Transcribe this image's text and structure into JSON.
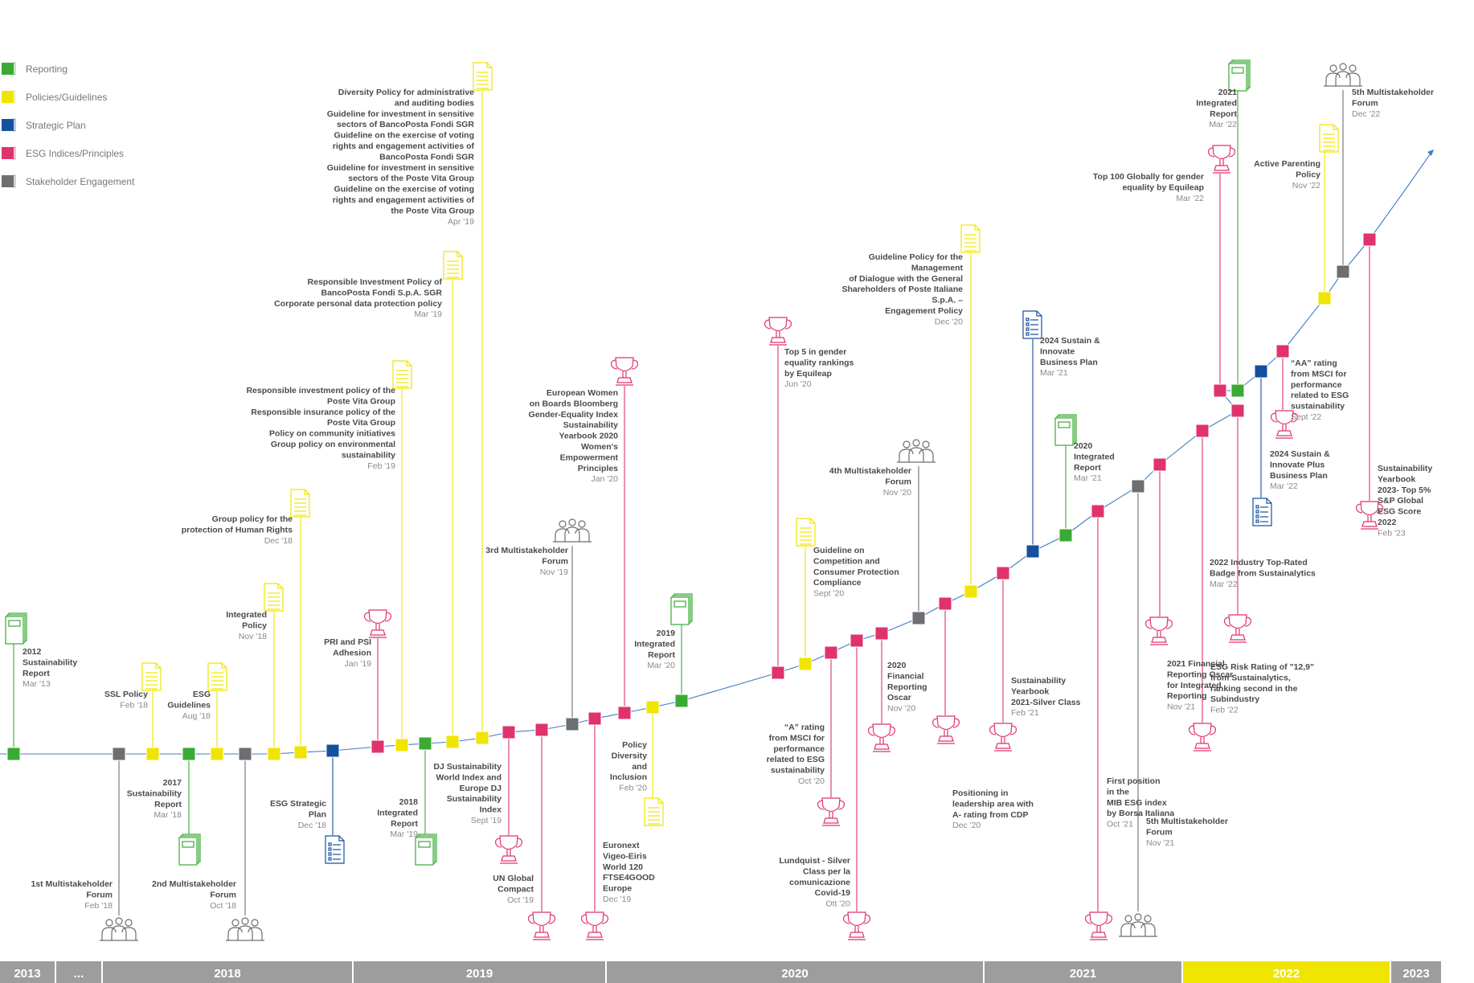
{
  "colors": {
    "reporting": "#3aaa35",
    "policies": "#f0e500",
    "strategic": "#1550a0",
    "esg": "#e0336c",
    "stakeholder": "#6d6e70",
    "line": "#3d7cc4",
    "bar": "#9d9d9d",
    "bar_highlight": "#f0e500"
  },
  "legend": [
    {
      "cat": "reporting",
      "label": "Reporting"
    },
    {
      "cat": "policies",
      "label": "Policies/Guidelines"
    },
    {
      "cat": "strategic",
      "label": "Strategic Plan"
    },
    {
      "cat": "esg",
      "label": "ESG Indices/Principles"
    },
    {
      "cat": "stakeholder",
      "label": "Stakeholder Engagement"
    }
  ],
  "years": [
    {
      "label": "2013",
      "highlight": false
    },
    {
      "label": "...",
      "highlight": false
    },
    {
      "label": "2018",
      "highlight": false
    },
    {
      "label": "2019",
      "highlight": false
    },
    {
      "label": "2020",
      "highlight": false
    },
    {
      "label": "2021",
      "highlight": false
    },
    {
      "label": "2022",
      "highlight": true
    },
    {
      "label": "2023",
      "highlight": false
    }
  ],
  "events": [
    {
      "cat": "reporting",
      "icon": "document-stack-icon",
      "lines": [
        "2012",
        "Sustainability",
        "Report"
      ],
      "date": "Mar '13"
    },
    {
      "cat": "stakeholder",
      "icon": "people-group-icon",
      "lines": [
        "1st Multistakeholder",
        "Forum"
      ],
      "date": "Feb '18"
    },
    {
      "cat": "policies",
      "icon": "document-icon",
      "lines": [
        "SSL Policy"
      ],
      "date": "Feb '18"
    },
    {
      "cat": "reporting",
      "icon": "document-stack-icon",
      "lines": [
        "2017",
        "Sustainability",
        "Report"
      ],
      "date": "Mar '18"
    },
    {
      "cat": "policies",
      "icon": "document-icon",
      "lines": [
        "ESG",
        "Guidelines"
      ],
      "date": "Aug '18"
    },
    {
      "cat": "stakeholder",
      "icon": "people-group-icon",
      "lines": [
        "2nd Multistakeholder",
        "Forum"
      ],
      "date": "Oct '18"
    },
    {
      "cat": "policies",
      "icon": "document-icon",
      "lines": [
        "Integrated",
        "Policy"
      ],
      "date": "Nov '18"
    },
    {
      "cat": "policies",
      "icon": "document-icon",
      "lines": [
        "Group policy for the",
        "protection of Human Rights"
      ],
      "date": "Dec '18"
    },
    {
      "cat": "strategic",
      "icon": "checklist-icon",
      "lines": [
        "ESG Strategic",
        "Plan"
      ],
      "date": "Dec '18"
    },
    {
      "cat": "esg",
      "icon": "trophy-icon",
      "lines": [
        "PRI and PSI",
        "Adhesion"
      ],
      "date": "Jan '19"
    },
    {
      "cat": "policies",
      "icon": "document-icon",
      "lines": [
        "Responsible investment policy of the",
        "Poste Vita Group",
        "Responsible insurance policy of the",
        "Poste Vita Group",
        "Policy on community initiatives",
        "Group policy on environmental",
        "sustainability"
      ],
      "date": "Feb '19"
    },
    {
      "cat": "reporting",
      "icon": "document-stack-icon",
      "lines": [
        "2018",
        "Integrated",
        "Report"
      ],
      "date": "Mar '19"
    },
    {
      "cat": "policies",
      "icon": "document-icon",
      "lines": [
        "Responsible Investment Policy of",
        "BancoPosta Fondi S.p.A. SGR",
        "Corporate personal data protection policy"
      ],
      "date": "Mar '19"
    },
    {
      "cat": "policies",
      "icon": "document-icon",
      "lines": [
        "Diversity Policy for administrative",
        "and auditing bodies",
        "Guideline for investment in sensitive",
        "sectors of BancoPosta Fondi SGR",
        "Guideline on the exercise of voting",
        "rights and engagement activities of",
        "BancoPosta Fondi SGR",
        "Guideline for investment in sensitive",
        "sectors of the Poste Vita Group",
        "Guideline on the exercise of voting",
        "rights and engagement activities of",
        "the Poste Vita Group"
      ],
      "date": "Apr '19"
    },
    {
      "cat": "esg",
      "icon": "trophy-icon",
      "lines": [
        "DJ Sustainability",
        "World Index and",
        "Europe DJ",
        "Sustainability",
        "Index"
      ],
      "date": "Sept '19"
    },
    {
      "cat": "esg",
      "icon": "trophy-icon",
      "lines": [
        "UN Global",
        "Compact"
      ],
      "date": "Oct '19"
    },
    {
      "cat": "stakeholder",
      "icon": "people-group-icon",
      "lines": [
        "3rd Multistakeholder",
        "Forum"
      ],
      "date": "Nov '19"
    },
    {
      "cat": "esg",
      "icon": "trophy-icon",
      "lines": [
        "Euronext",
        "Vigeo-Eiris",
        "World 120",
        "FTSE4GOOD",
        "Europe"
      ],
      "date": "Dec '19"
    },
    {
      "cat": "esg",
      "icon": "trophy-icon",
      "lines": [
        "European Women",
        "on Boards Bloomberg",
        "Gender-Equality Index",
        "Sustainability",
        "Yearbook 2020",
        "Women's",
        "Empowerment",
        "Principles"
      ],
      "date": "Jan '20"
    },
    {
      "cat": "policies",
      "icon": "document-icon",
      "lines": [
        "Policy",
        "Diversity",
        "and",
        "Inclusion"
      ],
      "date": "Feb '20"
    },
    {
      "cat": "reporting",
      "icon": "document-stack-icon",
      "lines": [
        "2019",
        "Integrated",
        "Report"
      ],
      "date": "Mar '20"
    },
    {
      "cat": "esg",
      "icon": "trophy-icon",
      "lines": [
        "Top 5 in gender",
        "equality rankings",
        "by Equileap"
      ],
      "date": "Jun '20"
    },
    {
      "cat": "policies",
      "icon": "document-icon",
      "lines": [
        "Guideline on",
        "Competition and",
        "Consumer Protection",
        "Compliance"
      ],
      "date": "Sept '20"
    },
    {
      "cat": "esg",
      "icon": "trophy-icon",
      "lines": [
        "“A” rating",
        "from MSCI for",
        "performance",
        "related to ESG",
        "sustainability"
      ],
      "date": "Oct '20"
    },
    {
      "cat": "esg",
      "icon": "trophy-icon",
      "lines": [
        "Lundquist - Silver",
        "Class per la",
        "comunicazione",
        "Covid-19"
      ],
      "date": "Ott '20"
    },
    {
      "cat": "esg",
      "icon": "trophy-icon",
      "lines": [
        "2020",
        "Financial",
        "Reporting",
        "Oscar"
      ],
      "date": "Nov '20"
    },
    {
      "cat": "stakeholder",
      "icon": "people-group-icon",
      "lines": [
        "4th Multistakeholder",
        "Forum"
      ],
      "date": "Nov '20"
    },
    {
      "cat": "esg",
      "icon": "trophy-icon",
      "lines": [
        "Positioning in",
        "leadership area with",
        "A- rating from CDP"
      ],
      "date": "Dec '20"
    },
    {
      "cat": "policies",
      "icon": "document-icon",
      "lines": [
        "Guideline Policy for the",
        "Management",
        "of Dialogue with the General",
        "Shareholders of Poste Italiane",
        "S.p.A. –",
        "Engagement Policy"
      ],
      "date": "Dec '20"
    },
    {
      "cat": "esg",
      "icon": "trophy-icon",
      "lines": [
        "Sustainability",
        "Yearbook",
        "2021-Silver Class"
      ],
      "date": "Feb '21"
    },
    {
      "cat": "strategic",
      "icon": "checklist-icon",
      "lines": [
        "2024 Sustain &",
        "Innovate",
        "Business Plan"
      ],
      "date": "Mar '21"
    },
    {
      "cat": "reporting",
      "icon": "document-stack-icon",
      "lines": [
        "2020",
        "Integrated",
        "Report"
      ],
      "date": "Mar '21"
    },
    {
      "cat": "esg",
      "icon": "trophy-icon",
      "lines": [
        "First position",
        "in the",
        "MIB ESG index",
        "by Borsa Italiana"
      ],
      "date": "Oct '21"
    },
    {
      "cat": "stakeholder",
      "icon": "people-group-icon",
      "lines": [
        "5th Multistakeholder",
        "Forum"
      ],
      "date": "Nov '21"
    },
    {
      "cat": "esg",
      "icon": "trophy-icon",
      "lines": [
        "2021 Financial",
        "Reporting Oscar",
        "for Integrated",
        "Reporting"
      ],
      "date": "Nov '21"
    },
    {
      "cat": "esg",
      "icon": "trophy-icon",
      "lines": [
        "ESG Risk Rating of \"12,9\"",
        "from Sustainalytics,",
        "ranking second in the",
        "Subindustry"
      ],
      "date": "Feb '22"
    },
    {
      "cat": "esg",
      "icon": "trophy-icon",
      "lines": [
        "2022 Industry Top-Rated",
        "Badge from Sustainalytics"
      ],
      "date": "Mar '22"
    },
    {
      "cat": "esg",
      "icon": "trophy-icon",
      "lines": [
        "Top 100 Globally for gender",
        "equality by Equileap"
      ],
      "date": "Mar '22"
    },
    {
      "cat": "reporting",
      "icon": "document-stack-icon",
      "lines": [
        "2021",
        "Integrated",
        "Report"
      ],
      "date": "Mar '22"
    },
    {
      "cat": "strategic",
      "icon": "checklist-icon",
      "lines": [
        "2024 Sustain &",
        "Innovate Plus",
        "Business Plan"
      ],
      "date": "Mar '22"
    },
    {
      "cat": "esg",
      "icon": "trophy-icon",
      "lines": [
        "“AA” rating",
        "from MSCI for",
        "performance",
        "related to ESG",
        "sustainability"
      ],
      "date": "Sept '22"
    },
    {
      "cat": "policies",
      "icon": "document-icon",
      "lines": [
        "Active Parenting",
        "Policy"
      ],
      "date": "Nov '22"
    },
    {
      "cat": "stakeholder",
      "icon": "people-group-icon",
      "lines": [
        "5th Multistakeholder",
        "Forum"
      ],
      "date": "Dec '22"
    },
    {
      "cat": "esg",
      "icon": "trophy-icon",
      "lines": [
        "Sustainability",
        "Yearbook",
        "2023- Top 5%",
        "S&P Global",
        "ESG Score",
        "2022"
      ],
      "date": "Feb '23"
    }
  ]
}
